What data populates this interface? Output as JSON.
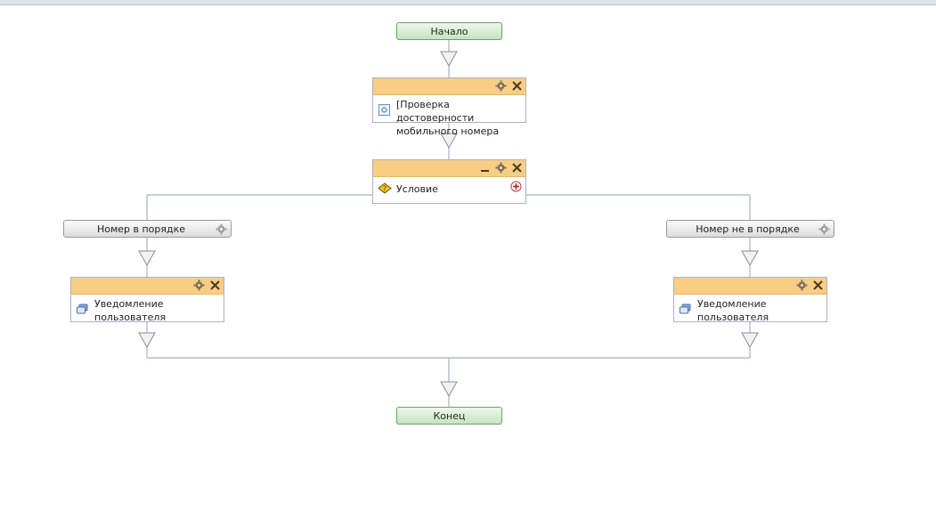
{
  "start": {
    "label": "Начало"
  },
  "end": {
    "label": "Конец"
  },
  "activity_check": {
    "title": "[Проверка достоверности мобильного номера"
  },
  "condition": {
    "title": "Условие"
  },
  "branches": [
    {
      "label": "Номер в порядке",
      "notification": "Уведомление пользователя"
    },
    {
      "label": "Номер не в порядке",
      "notification": "Уведомление пользователя"
    }
  ],
  "icons": [
    "gear-icon",
    "close-icon",
    "minimize-icon",
    "add-icon",
    "condition-icon",
    "activity-icon",
    "notification-icon"
  ],
  "colors": {
    "header": "#f8ce84",
    "start_end": "#c8e3c0",
    "connector": "#9fb3c8"
  }
}
